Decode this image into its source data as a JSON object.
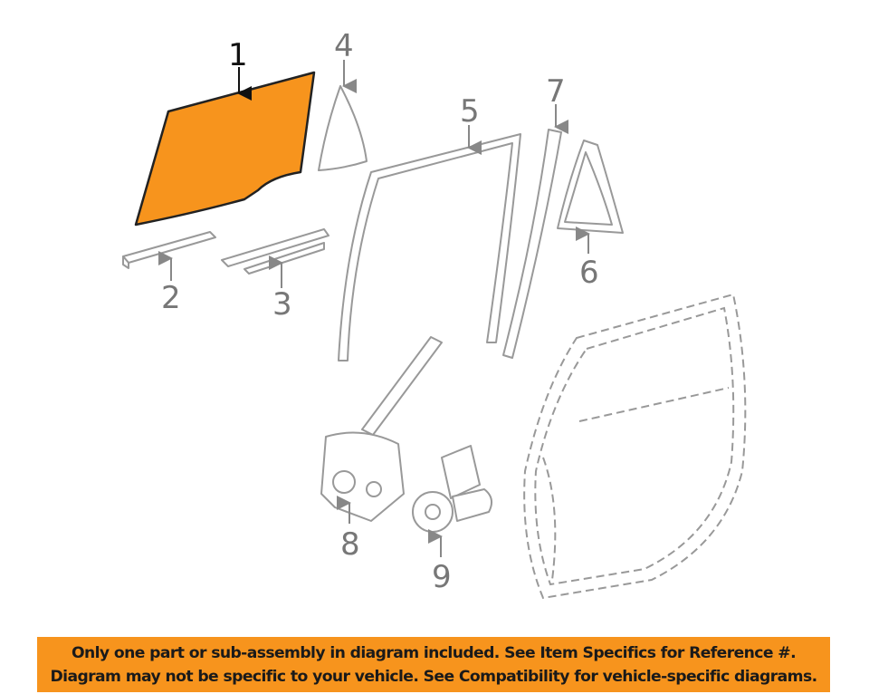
{
  "diagram": {
    "highlight_color": "#f7941d",
    "selected_part": "1",
    "callouts": [
      "1",
      "2",
      "3",
      "4",
      "5",
      "6",
      "7",
      "8",
      "9"
    ]
  },
  "banner": {
    "background": "#f7941d",
    "line1": "Only one part or sub-assembly in diagram included. See Item Specifics for Reference #.",
    "line2": "Diagram may not be specific to your vehicle. See Compatibility for vehicle-specific diagrams."
  }
}
